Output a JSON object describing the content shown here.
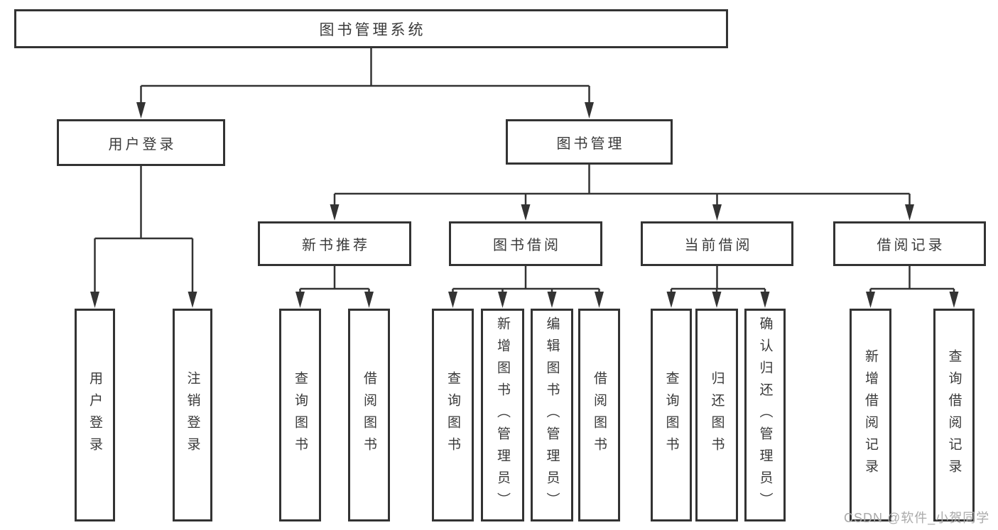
{
  "diagram_type": "functional-structure-tree",
  "colors": {
    "line": "#333333",
    "box_border": "#333333",
    "box_fill": "#ffffff",
    "text": "#3a3a3a",
    "watermark": "#aaaaaa",
    "background": "#ffffff"
  },
  "watermark": {
    "text": "CSDN @软件_小贺同学"
  },
  "tree": {
    "root": {
      "label": "图书管理系统",
      "children": [
        {
          "label": "用户登录",
          "children": [
            {
              "label": "用户登录"
            },
            {
              "label": "注销登录"
            }
          ]
        },
        {
          "label": "图书管理",
          "children": [
            {
              "label": "新书推荐",
              "children": [
                {
                  "label": "查询图书"
                },
                {
                  "label": "借阅图书"
                }
              ]
            },
            {
              "label": "图书借阅",
              "children": [
                {
                  "label": "查询图书"
                },
                {
                  "label": "新增图书（管理员）"
                },
                {
                  "label": "编辑图书（管理员）"
                },
                {
                  "label": "借阅图书"
                }
              ]
            },
            {
              "label": "当前借阅",
              "children": [
                {
                  "label": "查询图书"
                },
                {
                  "label": "归还图书"
                },
                {
                  "label": "确认归还（管理员）"
                }
              ]
            },
            {
              "label": "借阅记录",
              "children": [
                {
                  "label": "新增借阅记录"
                },
                {
                  "label": "查询借阅记录"
                }
              ]
            }
          ]
        }
      ]
    }
  }
}
